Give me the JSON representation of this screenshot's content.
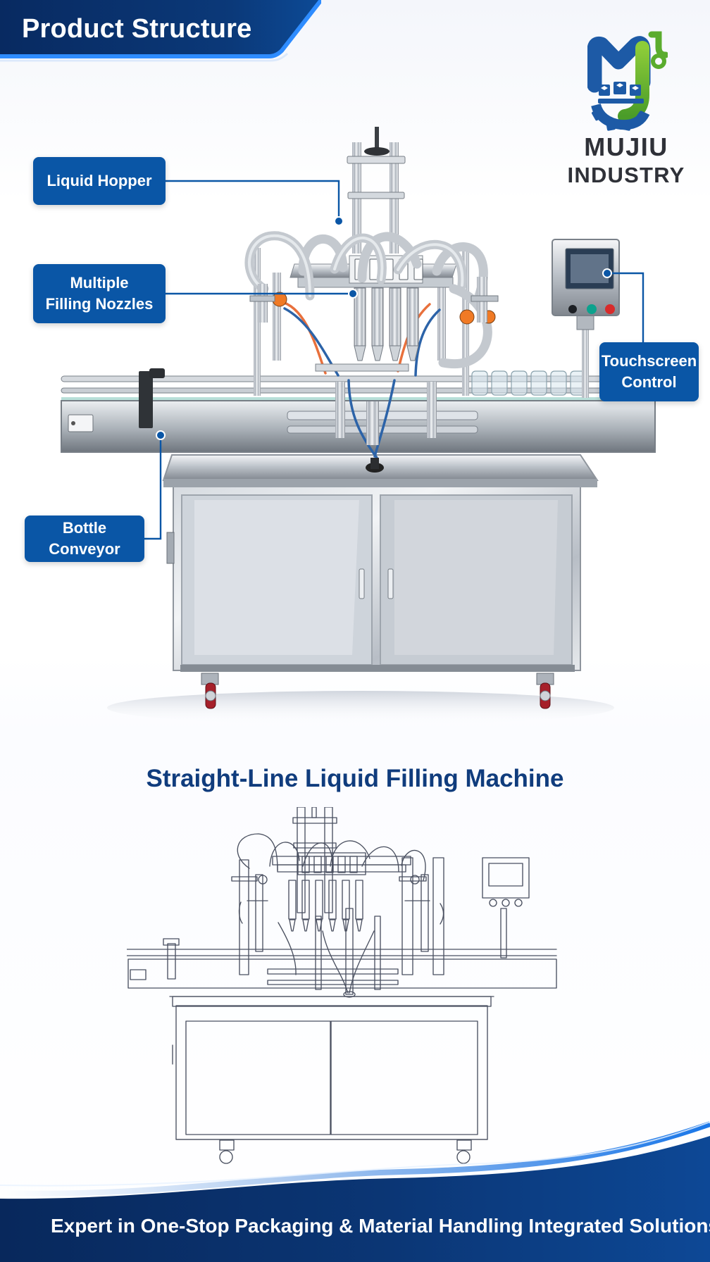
{
  "header": {
    "title": "Product Structure"
  },
  "logo": {
    "line1": "MUJIU",
    "line2": "INDUSTRY",
    "icon": "gear-m-logo-icon"
  },
  "callouts": {
    "liquid_hopper": "Liquid Hopper",
    "filling_nozzles": "Multiple\nFilling Nozzles",
    "touchscreen_control": "Touchscreen\nControl",
    "bottle_conveyor": "Bottle Conveyor"
  },
  "product": {
    "name": "Straight-Line Liquid Filling Machine"
  },
  "footer": {
    "tagline": "Expert in One-Stop Packaging & Material Handling Integrated Solutions."
  },
  "colors": {
    "brand_blue": "#0a56a6",
    "dark_navy": "#0c2d67",
    "logo_green": "#65b52b",
    "logo_blue": "#1d5aa6",
    "drawing_line": "#4a5060"
  }
}
